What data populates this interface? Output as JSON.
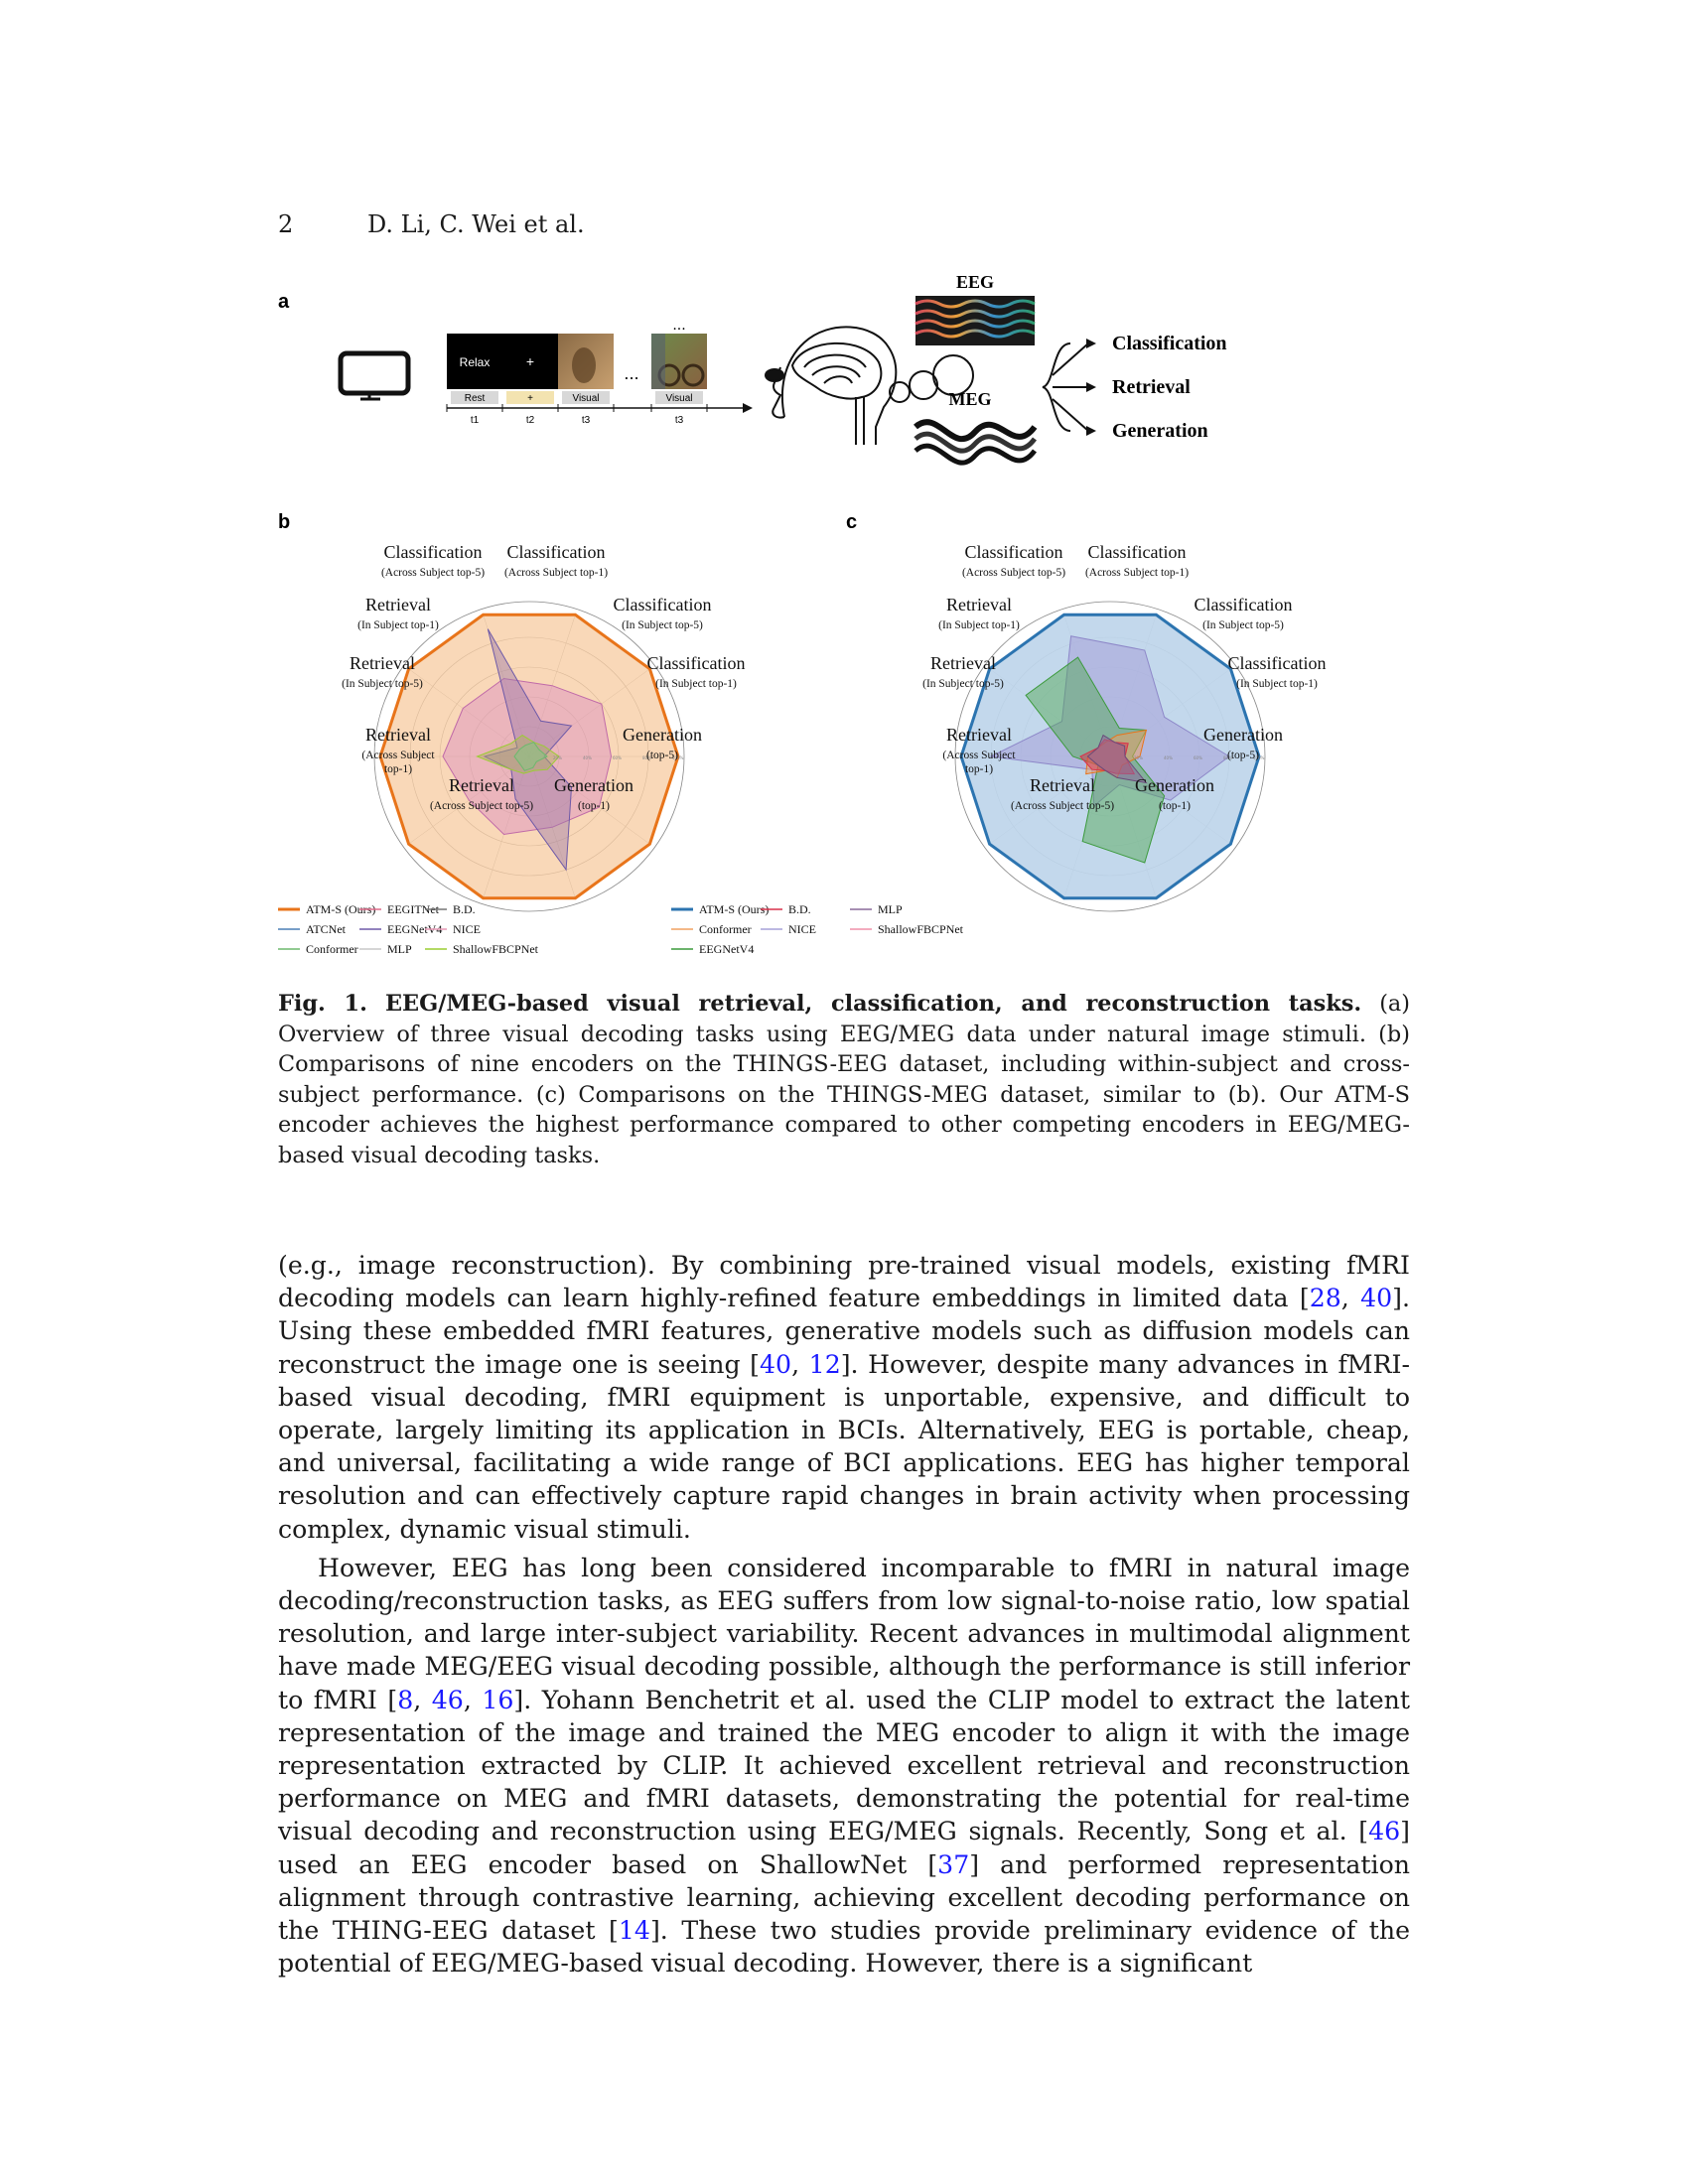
{
  "header": {
    "page_number": "2",
    "authors": "D. Li, C. Wei et al."
  },
  "figure": {
    "panel_a": {
      "letter": "a",
      "screens": [
        {
          "text": "Relax",
          "label": "Rest",
          "t": "t1"
        },
        {
          "text": "+",
          "label": "+",
          "t": "t2"
        },
        {
          "text": "",
          "label": "Visual",
          "t": "t3"
        },
        {
          "text": "",
          "label": "Visual",
          "t": "t3"
        }
      ],
      "ellipsis": "...",
      "eeg_label": "EEG",
      "meg_label": "MEG",
      "outputs": [
        "Classification",
        "Retrieval",
        "Generation"
      ]
    },
    "axis_labels": [
      {
        "title": "Classification",
        "sub": "(Across Subject top-5)"
      },
      {
        "title": "Classification",
        "sub": "(Across Subject top-1)"
      },
      {
        "title": "Classification",
        "sub": "(In Subject top-5)"
      },
      {
        "title": "Classification",
        "sub": "(In Subject top-1)"
      },
      {
        "title": "Generation",
        "sub": "(top-5)"
      },
      {
        "title": "Generation",
        "sub": "(top-1)"
      },
      {
        "title": "Retrieval",
        "sub": "(Across Subject top-5)"
      },
      {
        "title": "Retrieval",
        "sub": "(Across Subject",
        "sub2": "top-1)"
      },
      {
        "title": "Retrieval",
        "sub": "(In Subject top-5)"
      },
      {
        "title": "Retrieval",
        "sub": "(In Subject top-1)"
      }
    ],
    "tick_labels": [
      "20%",
      "40%",
      "60%",
      "80%",
      "100%"
    ],
    "panel_b": {
      "letter": "b",
      "legend": [
        {
          "name": "ATM-S (Ours)",
          "color": "#e8741a"
        },
        {
          "name": "EEGITNet",
          "color": "#e06b8a"
        },
        {
          "name": "B.D.",
          "color": "#777777"
        },
        {
          "name": "ATCNet",
          "color": "#4a7fb5"
        },
        {
          "name": "EEGNetV4",
          "color": "#6e5aa8"
        },
        {
          "name": "NICE",
          "color": "#e597b4"
        },
        {
          "name": "Conformer",
          "color": "#6db86d"
        },
        {
          "name": "MLP",
          "color": "#c9c9c9"
        },
        {
          "name": "ShallowFBCPNet",
          "color": "#9acd32"
        }
      ]
    },
    "panel_c": {
      "letter": "c",
      "legend": [
        {
          "name": "ATM-S (Ours)",
          "color": "#2c74b0"
        },
        {
          "name": "B.D.",
          "color": "#d9304a"
        },
        {
          "name": "MLP",
          "color": "#8a6a9a"
        },
        {
          "name": "Conformer",
          "color": "#f0a060"
        },
        {
          "name": "NICE",
          "color": "#a5a0d8"
        },
        {
          "name": "ShallowFBCPNet",
          "color": "#ef8fa8"
        },
        {
          "name": "EEGNetV4",
          "color": "#3c9a3c"
        }
      ]
    }
  },
  "caption": {
    "label": "Fig. 1.",
    "title": "EEG/MEG-based visual retrieval, classification, and reconstruction tasks.",
    "text": "(a) Overview of three visual decoding tasks using EEG/MEG data under natural image stimuli. (b) Comparisons of nine encoders on the THINGS-EEG dataset, including within-subject and cross-subject performance. (c) Comparisons on the THINGS-MEG dataset, similar to (b). Our ATM-S encoder achieves the highest performance compared to other competing encoders in EEG/MEG-based visual decoding tasks."
  },
  "body": {
    "p1_a": "(e.g., image reconstruction). By combining pre-trained visual models, existing fMRI decoding models can learn highly-refined feature embeddings in limited data [",
    "p1_c1": "28",
    "p1_s1": ", ",
    "p1_c2": "40",
    "p1_b": "]. Using these embedded fMRI features, generative models such as diffusion models can reconstruct the image one is seeing [",
    "p1_c3": "40",
    "p1_s2": ", ",
    "p1_c4": "12",
    "p1_c": "]. However, despite many advances in fMRI-based visual decoding, fMRI equipment is unportable, expensive, and difficult to operate, largely limiting its application in BCIs. Alternatively, EEG is portable, cheap, and universal, facilitating a wide range of BCI applications. EEG has higher temporal resolution and can effectively capture rapid changes in brain activity when processing complex, dynamic visual stimuli.",
    "p2_a": "However, EEG has long been considered incomparable to fMRI in natural image decoding/reconstruction tasks, as EEG suffers from low signal-to-noise ratio, low spatial resolution, and large inter-subject variability. Recent advances in multimodal alignment have made MEG/EEG visual decoding possible, although the performance is still inferior to fMRI [",
    "p2_c1": "8",
    "p2_s1": ", ",
    "p2_c2": "46",
    "p2_s2": ", ",
    "p2_c3": "16",
    "p2_b": "]. Yohann Benchetrit et al. used the CLIP model to extract the latent representation of the image and trained the MEG encoder to align it with the image representation extracted by CLIP. It achieved excellent retrieval and reconstruction performance on MEG and fMRI datasets, demonstrating the potential for real-time visual decoding and reconstruction using EEG/MEG signals. Recently, Song et al. [",
    "p2_c4": "46",
    "p2_c": "] used an EEG encoder based on ShallowNet [",
    "p2_c5": "37",
    "p2_d": "] and performed representation alignment through contrastive learning, achieving excellent decoding performance on the THING-EEG dataset [",
    "p2_c6": "14",
    "p2_e": "]. These two studies provide preliminary evidence of the potential of EEG/MEG-based visual decoding. However, there is a significant"
  }
}
